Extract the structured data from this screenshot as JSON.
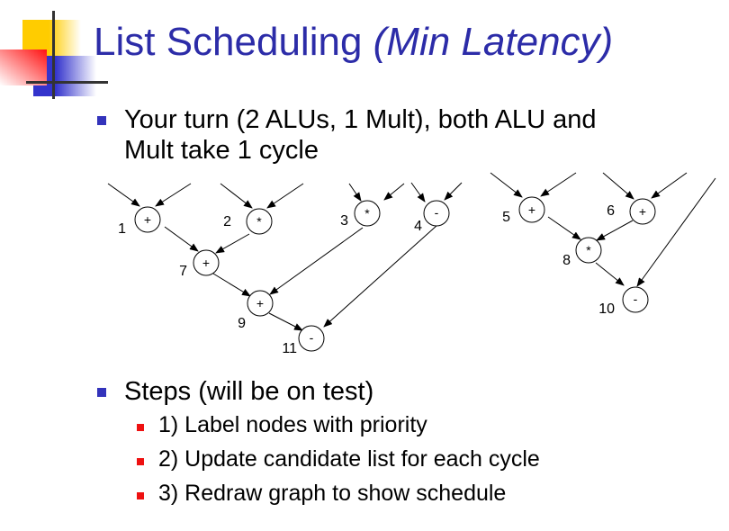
{
  "slide": {
    "title": "List Scheduling",
    "title_subtitle": "(Min Latency)",
    "bullets": [
      {
        "text_line1": "Your turn (2 ALUs, 1 Mult), both ALU and",
        "text_line2": "Mult take 1 cycle"
      },
      {
        "text_line1": "Steps (will be on test)"
      }
    ],
    "sub_bullets": [
      "1) Label nodes with priority",
      "2) Update candidate list for each cycle",
      "3) Redraw graph to show schedule"
    ],
    "colors": {
      "title": "#2c2ca8",
      "bullet": "#3333bb",
      "sub_bullet": "#ee1111"
    }
  },
  "graph": {
    "nodes": [
      {
        "id": "1",
        "op": "+"
      },
      {
        "id": "2",
        "op": "*"
      },
      {
        "id": "3",
        "op": "*"
      },
      {
        "id": "4",
        "op": "-"
      },
      {
        "id": "5",
        "op": "+"
      },
      {
        "id": "6",
        "op": "+"
      },
      {
        "id": "7",
        "op": "+"
      },
      {
        "id": "8",
        "op": "*"
      },
      {
        "id": "9",
        "op": "+"
      },
      {
        "id": "10",
        "op": "-"
      },
      {
        "id": "11",
        "op": "-"
      }
    ],
    "edges": [
      [
        "1",
        "7"
      ],
      [
        "2",
        "7"
      ],
      [
        "7",
        "9"
      ],
      [
        "3",
        "9"
      ],
      [
        "9",
        "11"
      ],
      [
        "4",
        "11"
      ],
      [
        "5",
        "8"
      ],
      [
        "6",
        "8"
      ],
      [
        "8",
        "10"
      ],
      [
        "input",
        "10"
      ]
    ]
  }
}
